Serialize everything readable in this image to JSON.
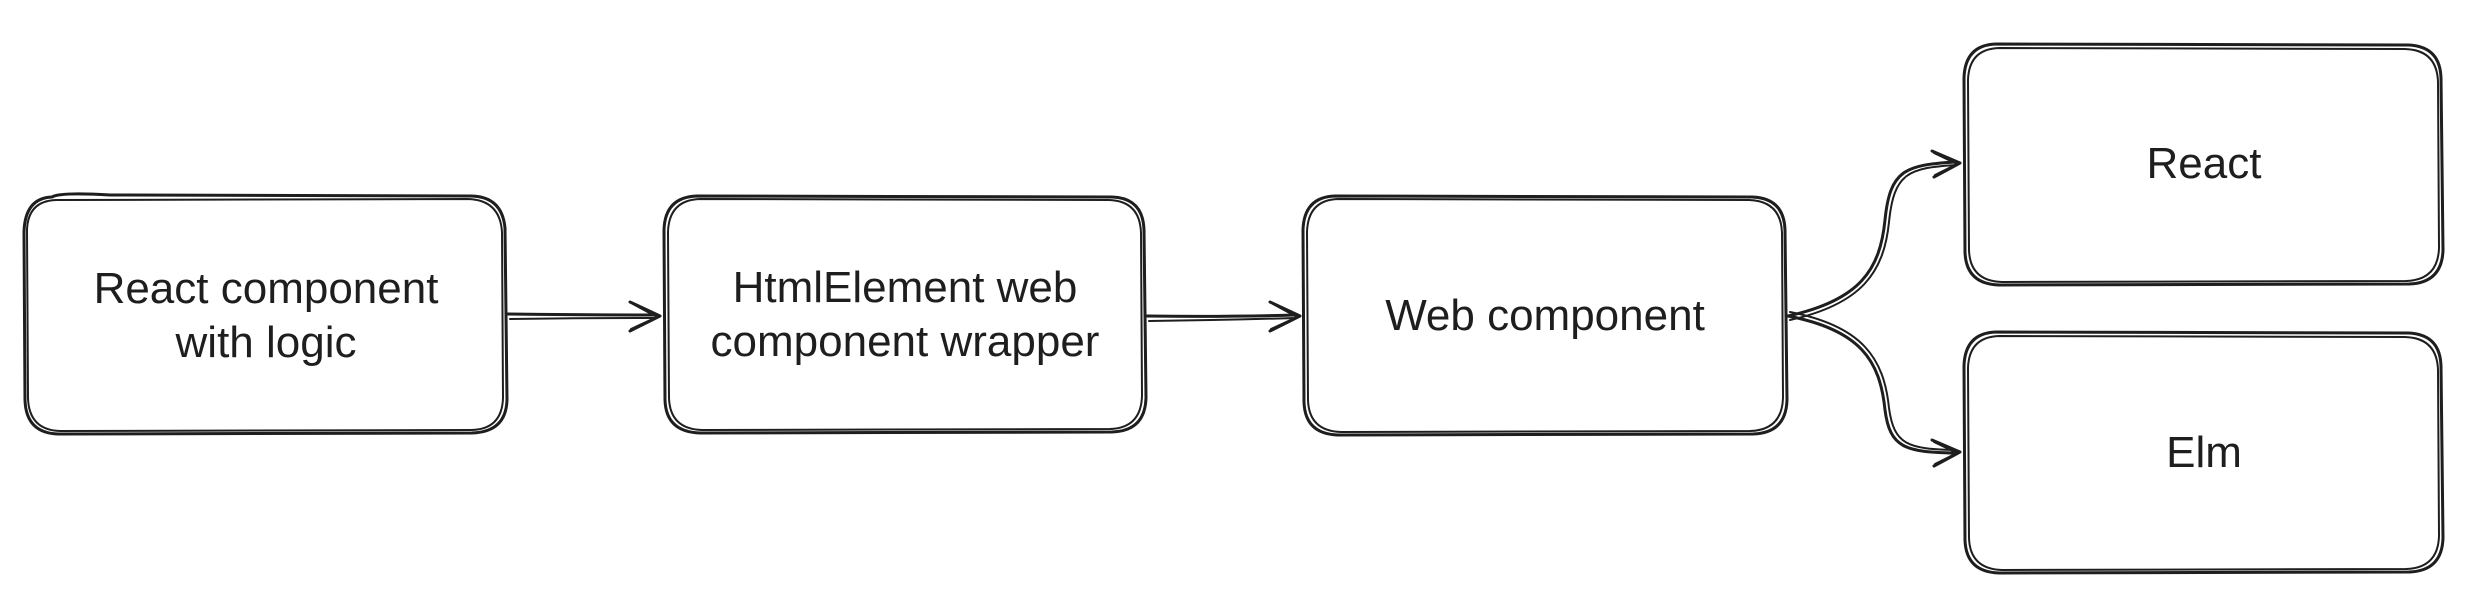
{
  "diagram": {
    "nodes": [
      {
        "id": "react-component",
        "label": "React component\nwith logic"
      },
      {
        "id": "htmlelement-wrapper",
        "label": "HtmlElement web\ncomponent wrapper"
      },
      {
        "id": "web-component",
        "label": "Web component"
      },
      {
        "id": "react",
        "label": "React"
      },
      {
        "id": "elm",
        "label": "Elm"
      }
    ],
    "edges": [
      {
        "from": "react-component",
        "to": "htmlelement-wrapper"
      },
      {
        "from": "htmlelement-wrapper",
        "to": "web-component"
      },
      {
        "from": "web-component",
        "to": "react"
      },
      {
        "from": "web-component",
        "to": "elm"
      }
    ],
    "colors": {
      "stroke": "#1e1e1e",
      "fill": "#ffffff",
      "text": "#1e1e1e"
    }
  }
}
